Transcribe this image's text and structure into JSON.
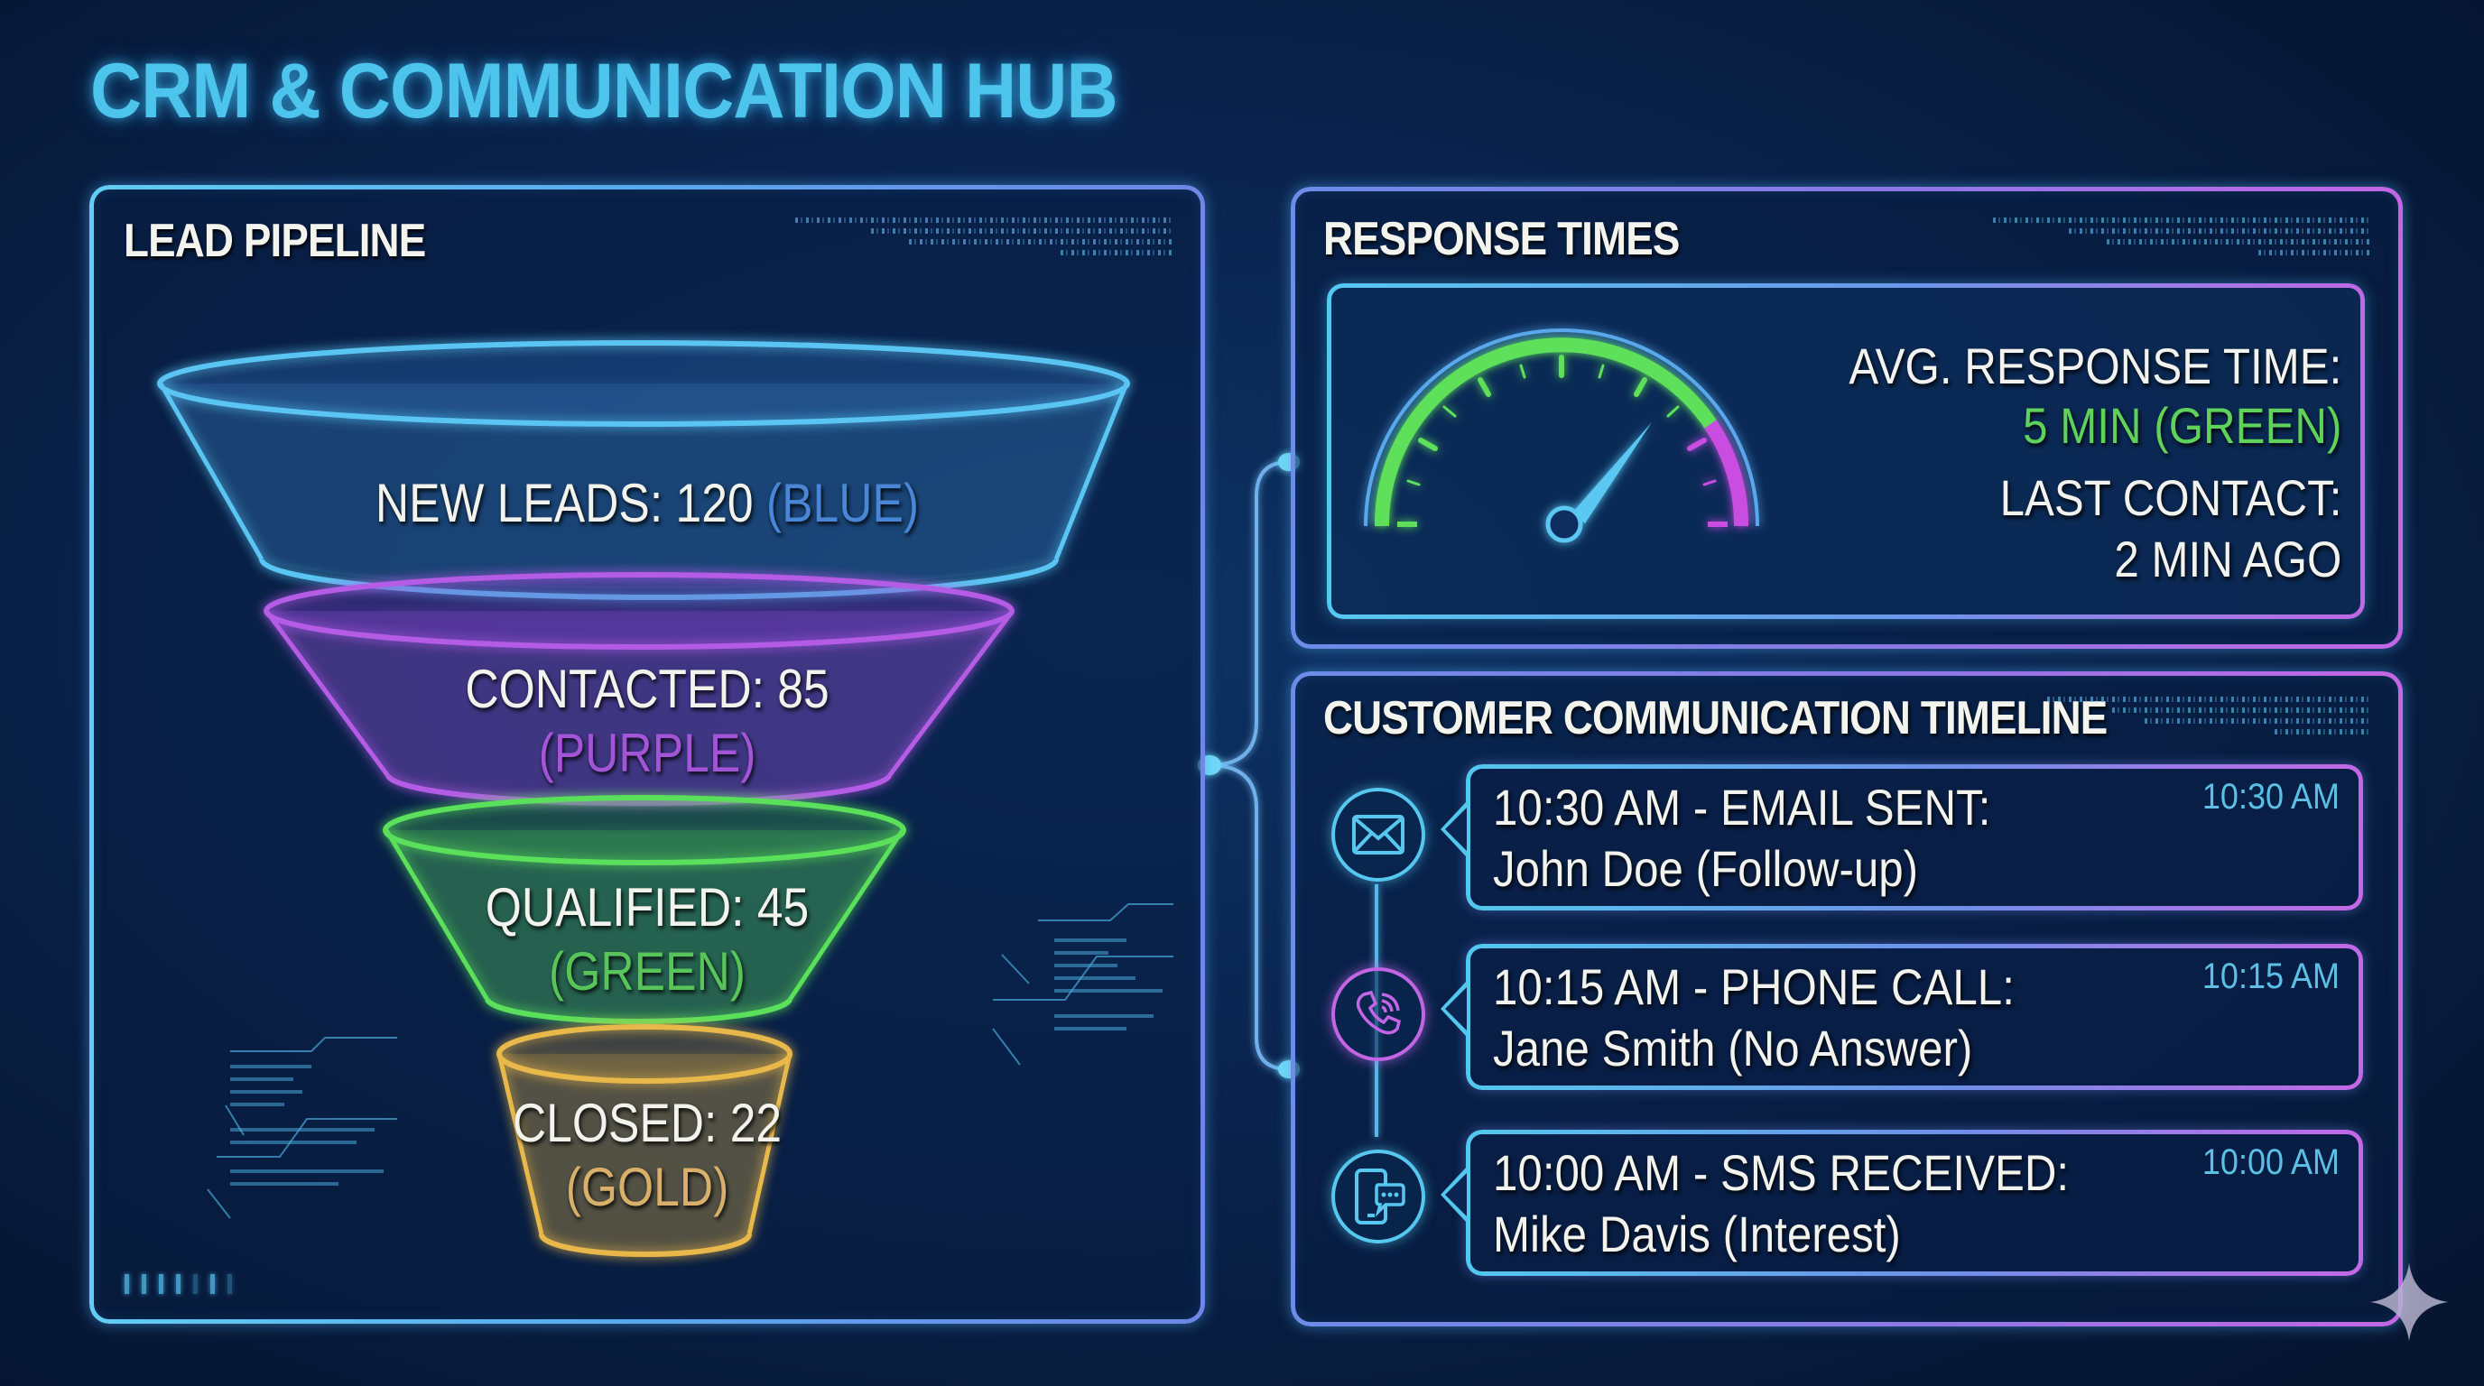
{
  "header": {
    "title": "CRM & COMMUNICATION HUB"
  },
  "lead_pipeline": {
    "title": "LEAD PIPELINE",
    "stages": [
      {
        "label": "NEW LEADS: 120",
        "color_name": "(BLUE)",
        "count": 120,
        "color": "#5ab8ee",
        "text_color": "#4a86d6"
      },
      {
        "label": "CONTACTED: 85",
        "color_name": "(PURPLE)",
        "count": 85,
        "color": "#b45ce6",
        "text_color": "#a355d8"
      },
      {
        "label": "QUALIFIED: 45",
        "color_name": "(GREEN)",
        "count": 45,
        "color": "#5ae05a",
        "text_color": "#58c55a"
      },
      {
        "label": "CLOSED: 22",
        "color_name": "(GOLD)",
        "count": 22,
        "color": "#e8b84c",
        "text_color": "#d8b06a"
      }
    ]
  },
  "response_times": {
    "title": "RESPONSE TIMES",
    "avg_label": "AVG. RESPONSE TIME:",
    "avg_value": "5 MIN (GREEN)",
    "last_contact_label": "LAST CONTACT:",
    "last_contact_value": "2 MIN AGO",
    "gauge": {
      "green_color": "#5ee05a",
      "red_color": "#c84ee0",
      "needle_color": "#5ac8f2"
    }
  },
  "timeline": {
    "title": "CUSTOMER COMMUNICATION TIMELINE",
    "events": [
      {
        "icon": "email-icon",
        "headline": "10:30 AM - EMAIL SENT:",
        "detail": "John Doe (Follow-up)",
        "time": "10:30 AM"
      },
      {
        "icon": "phone-icon",
        "headline": "10:15 AM - PHONE CALL:",
        "detail": "Jane Smith (No Answer)",
        "time": "10:15 AM"
      },
      {
        "icon": "sms-icon",
        "headline": "10:00 AM - SMS RECEIVED:",
        "detail": "Mike Davis (Interest)",
        "time": "10:00 AM"
      }
    ]
  },
  "colors": {
    "title": "#4cc4ec",
    "background": "#0a2550",
    "accent_blue": "#5ab4e6",
    "accent_purple": "#c466e6",
    "accent_green": "#5ee05a",
    "accent_gold": "#e8b84c"
  }
}
